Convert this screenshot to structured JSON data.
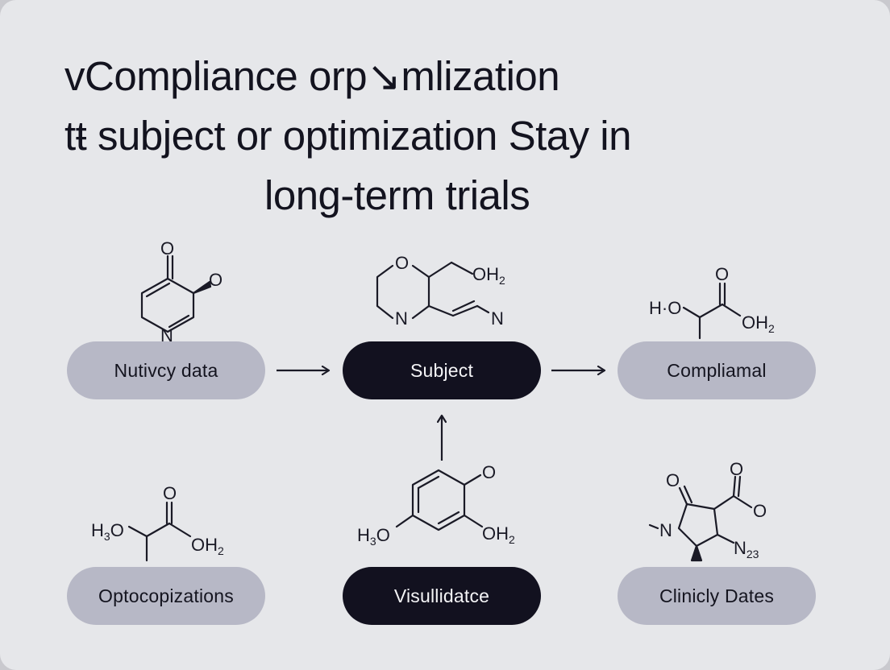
{
  "title": {
    "line1": "vCompliance orp↘mlization",
    "line2": "tŧ subject or optimization Stay in",
    "line3": "long-term trials"
  },
  "nodes": {
    "nutivcy_data": "Nutivcy data",
    "subject": "Subject",
    "compliamal": "Compliamal",
    "optocopizations": "Optocopizations",
    "visullidatce": "Visullidatce",
    "clinicly_dates": "Clinicly Dates"
  },
  "molecules": {
    "pyridinone": {
      "o_top": "O",
      "o_side": "O",
      "n": "N"
    },
    "bicyclic": {
      "o_ring": "O",
      "oh2": "OH",
      "oh2_sub": "2",
      "n_left": "N",
      "n_right": "N"
    },
    "acid_top": {
      "h_o": "H·O",
      "o_top": "O",
      "oh2": "OH",
      "oh2_sub": "2"
    },
    "acid_left": {
      "h3o": "H",
      "h3o_sub": "3",
      "h3o_o": "O",
      "o_top": "O",
      "oh2": "OH",
      "oh2_sub": "2"
    },
    "phenol": {
      "o_top": "O",
      "h3o": "H",
      "h3o_sub": "3",
      "h3o_o": "O",
      "oh2": "OH",
      "oh2_sub": "2"
    },
    "pyrrolidinone": {
      "o_left": "O",
      "o_top": "O",
      "o_right": "O",
      "n": "N",
      "n23": "N",
      "n23_sub": "23"
    }
  },
  "colors": {
    "background": "#e6e7ea",
    "pill_light": "#b7b8c6",
    "pill_dark": "#12111f",
    "text_dark": "#13131f",
    "text_light": "#f4f4f6"
  }
}
